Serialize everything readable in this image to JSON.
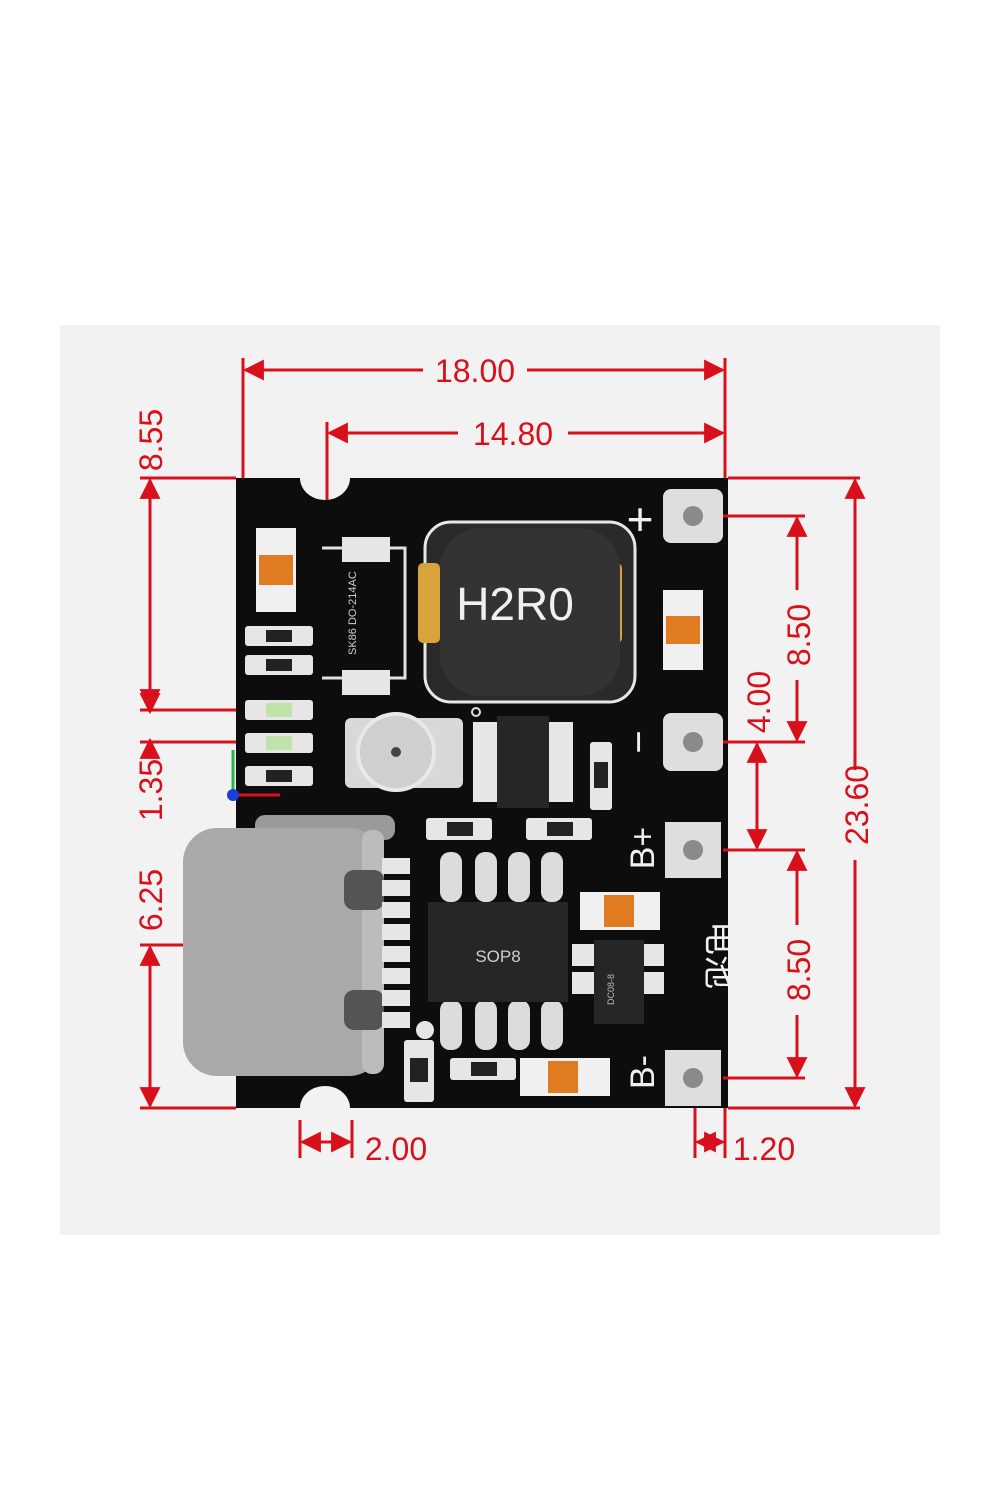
{
  "dimensions": {
    "width_total": "18.00",
    "width_inner": "14.80",
    "left_top": "8.55",
    "left_mid": "1.35",
    "left_bottom": "6.25",
    "notch_width": "2.00",
    "edge_offset": "1.20",
    "pad_spacing_top": "8.50",
    "pad_spacing_mid": "4.00",
    "pad_spacing_bottom": "8.50",
    "height_total": "23.60"
  },
  "board": {
    "inductor_label": "H2R0",
    "chip_label": "SOP8",
    "diode_text": "SK86 DO-214AC",
    "small_ic_text": "DC08-8",
    "pad_plus": "+",
    "pad_minus": "−",
    "pad_bplus": "B+",
    "pad_bminus": "B-",
    "battery_label": "电池"
  },
  "colors": {
    "dimension": "#d8101c",
    "board": "#0d0d0d",
    "background": "#f2f2f2"
  }
}
